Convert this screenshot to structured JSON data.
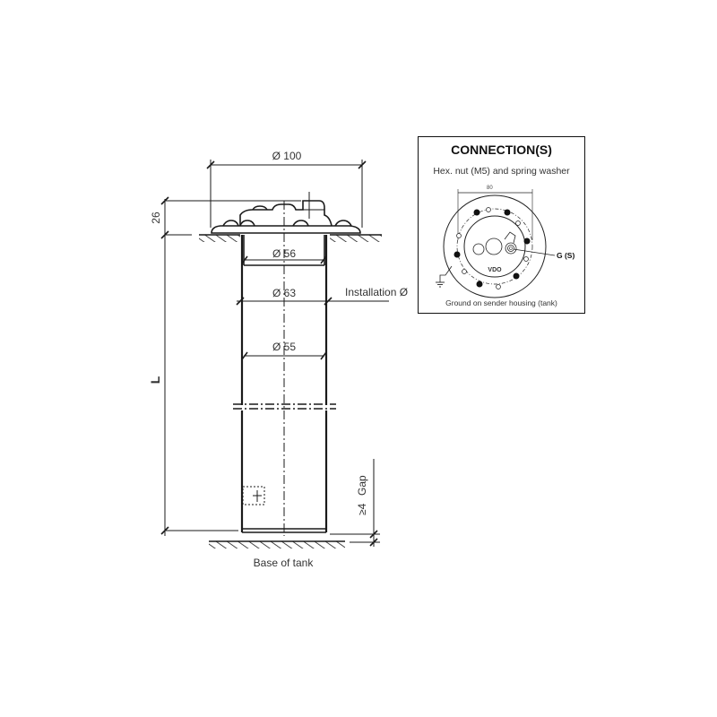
{
  "drawing": {
    "dimensions": {
      "flange_diameter": "Ø 100",
      "height_above_tank": "26",
      "inner_diameter_top": "Ø 56",
      "installation_diameter": "Ø 63",
      "installation_label": "Installation Ø",
      "tube_diameter": "Ø 55",
      "length": "L",
      "gap_value": "≥4",
      "gap_label": "Gap"
    },
    "base_label": "Base of tank"
  },
  "connection": {
    "title": "CONNECTION(S)",
    "subtitle": "Hex. nut (M5) and spring washer",
    "bolt_circle": "80",
    "terminal_label": "G (S)",
    "brand": "VDO",
    "footer": "Ground on sender housing (tank)"
  }
}
